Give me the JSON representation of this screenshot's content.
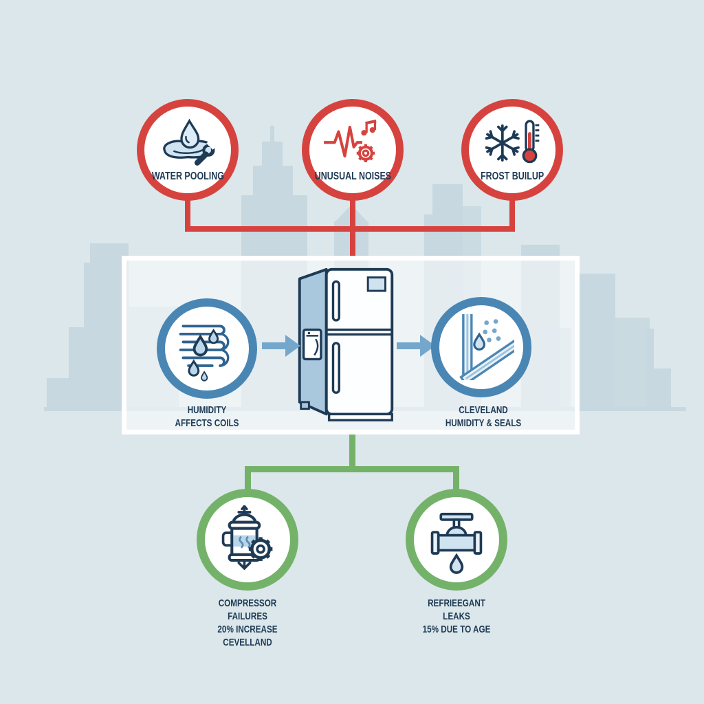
{
  "palette": {
    "background": "#dbe7ea",
    "skyline": "#c7d8e0",
    "red": "#d6433f",
    "blue": "#4a86b4",
    "green": "#74b26a",
    "navy": "#1e3a55",
    "icon_light_blue": "#cfe3f0",
    "arrow_blue": "#74a7cb",
    "panel_border": "#ffffff"
  },
  "top_row": {
    "items": [
      {
        "label": "WATER POOLING",
        "icon": "water-pooling-icon"
      },
      {
        "label": "UNUSUAL NOISES",
        "icon": "unusual-noises-icon"
      },
      {
        "label": "FROST BUILUP",
        "icon": "frost-buildup-icon"
      }
    ]
  },
  "center_panel": {
    "left_cause": {
      "lines": [
        "HUMIDITY",
        "AFFECTS COILS"
      ],
      "icon": "coils-humidity-icon"
    },
    "subject_icon": "refrigerator-icon",
    "right_cause": {
      "lines": [
        "CLEVELAND",
        "HUMIDITY & SEALS"
      ],
      "icon": "door-seal-icon"
    }
  },
  "bottom_row": {
    "items": [
      {
        "lines": [
          "COMPRESSOR",
          "FAILURES",
          "20% INCREASE",
          "CEVELLAND"
        ],
        "icon": "compressor-icon"
      },
      {
        "lines": [
          "REFRIEEGANT",
          "LEAKS",
          "15% DUE TO AGE"
        ],
        "icon": "refrigerant-leak-icon"
      }
    ]
  }
}
